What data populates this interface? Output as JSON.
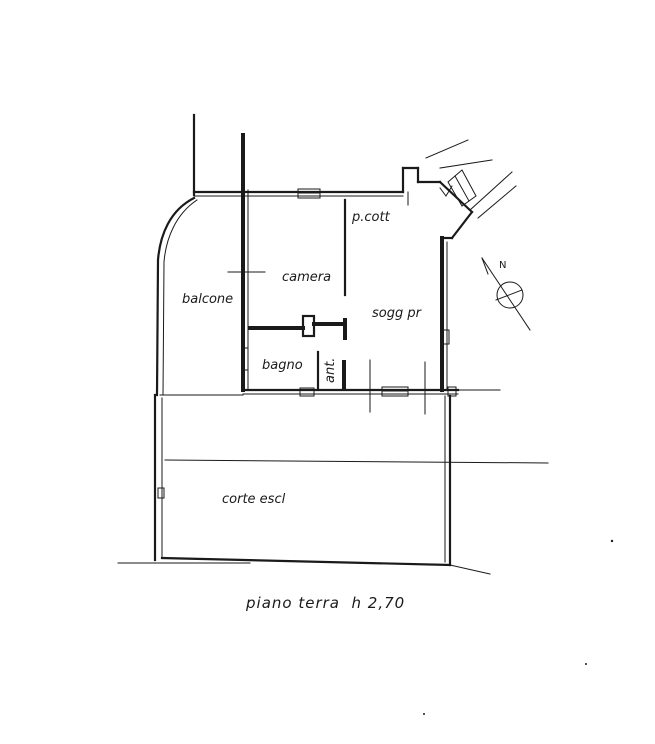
{
  "rooms": {
    "balcone": "balcone",
    "camera": "camera",
    "p_cott": "p.cott",
    "sogg_pr": "sogg pr",
    "bagno": "bagno",
    "ant": "ant.",
    "corte_escl": "corte escl"
  },
  "compass": {
    "north_label": "N"
  },
  "caption": "piano terra  h 2,70"
}
